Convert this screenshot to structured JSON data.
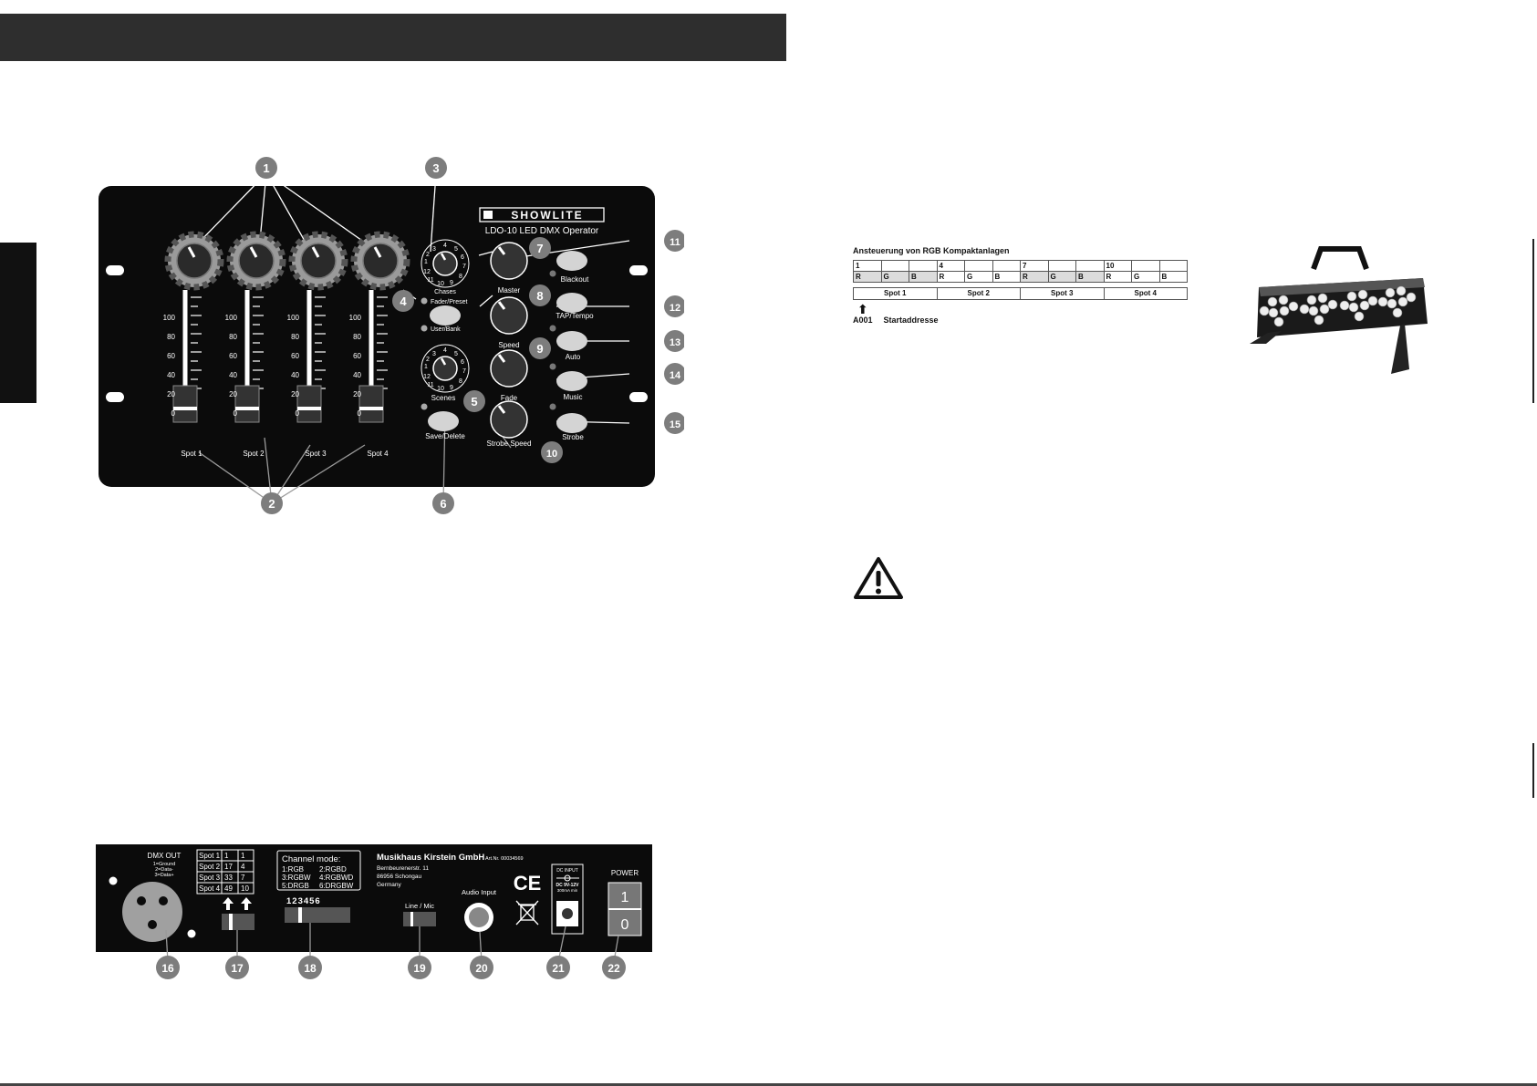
{
  "front": {
    "brand": "SHOWLITE",
    "model": "LDO-10 LED DMX Operator",
    "callouts": [
      "1",
      "2",
      "3",
      "4",
      "5",
      "6",
      "7",
      "8",
      "9",
      "10",
      "11",
      "12",
      "13",
      "14",
      "15"
    ],
    "scale": [
      "100",
      "80",
      "60",
      "40",
      "20",
      "0"
    ],
    "spots": [
      "Spot 1",
      "Spot 2",
      "Spot 3",
      "Spot 4"
    ],
    "chase_numbers": [
      "1",
      "2",
      "3",
      "4",
      "5",
      "6",
      "7",
      "8",
      "9",
      "10",
      "11",
      "12"
    ],
    "chases_label": "Chases",
    "scenes_label": "Scenes",
    "fader_preset": "Fader/Preset",
    "user_bank": "User/Bank",
    "save_delete": "Save/Delete",
    "knobs": [
      "Master",
      "Speed",
      "Fade",
      "Strobe Speed"
    ],
    "buttons": [
      "Blackout",
      "TAP/Tempo",
      "Auto",
      "Music",
      "Strobe"
    ]
  },
  "rgb": {
    "title": "Ansteuerung von RGB Kompaktanlagen",
    "start_channels": [
      "1",
      "",
      "",
      "4",
      "",
      "",
      "7",
      "",
      "",
      "10",
      "",
      ""
    ],
    "colors": [
      "R",
      "G",
      "B",
      "R",
      "G",
      "B",
      "R",
      "G",
      "B",
      "R",
      "G",
      "B"
    ],
    "spots": [
      "Spot 1",
      "Spot 2",
      "Spot 3",
      "Spot 4"
    ],
    "address": "A001",
    "address_label": "Startaddresse"
  },
  "rear": {
    "dmx_out": "DMX OUT",
    "pins": [
      "1=Ground",
      "2=Data-",
      "3=Data+"
    ],
    "spot_table": [
      [
        "Spot 1",
        "1",
        "1"
      ],
      [
        "Spot 2",
        "17",
        "4"
      ],
      [
        "Spot 3",
        "33",
        "7"
      ],
      [
        "Spot 4",
        "49",
        "10"
      ]
    ],
    "channel_mode_title": "Channel mode:",
    "channel_modes": [
      "1:RGB",
      "2:RGBD",
      "3:RGBW",
      "4:RGBWD",
      "5:DRGB",
      "6:DRGBW"
    ],
    "dip_numbers": "123456",
    "line_mic": "Line / Mic",
    "audio_input": "Audio Input",
    "company": "Musikhaus Kirstein GmbH",
    "art_nr": "Art.Nr. 00034569",
    "address_lines": [
      "Bernbeurenerstr. 11",
      "86956 Schongau",
      "Germany"
    ],
    "ce": "CE",
    "dc_input": "DC INPUT",
    "dc_spec": [
      "DC 9V-12V",
      "300mA min"
    ],
    "power": "POWER",
    "power_on": "1",
    "power_off": "0",
    "callouts": [
      "16",
      "17",
      "18",
      "19",
      "20",
      "21",
      "22"
    ]
  }
}
